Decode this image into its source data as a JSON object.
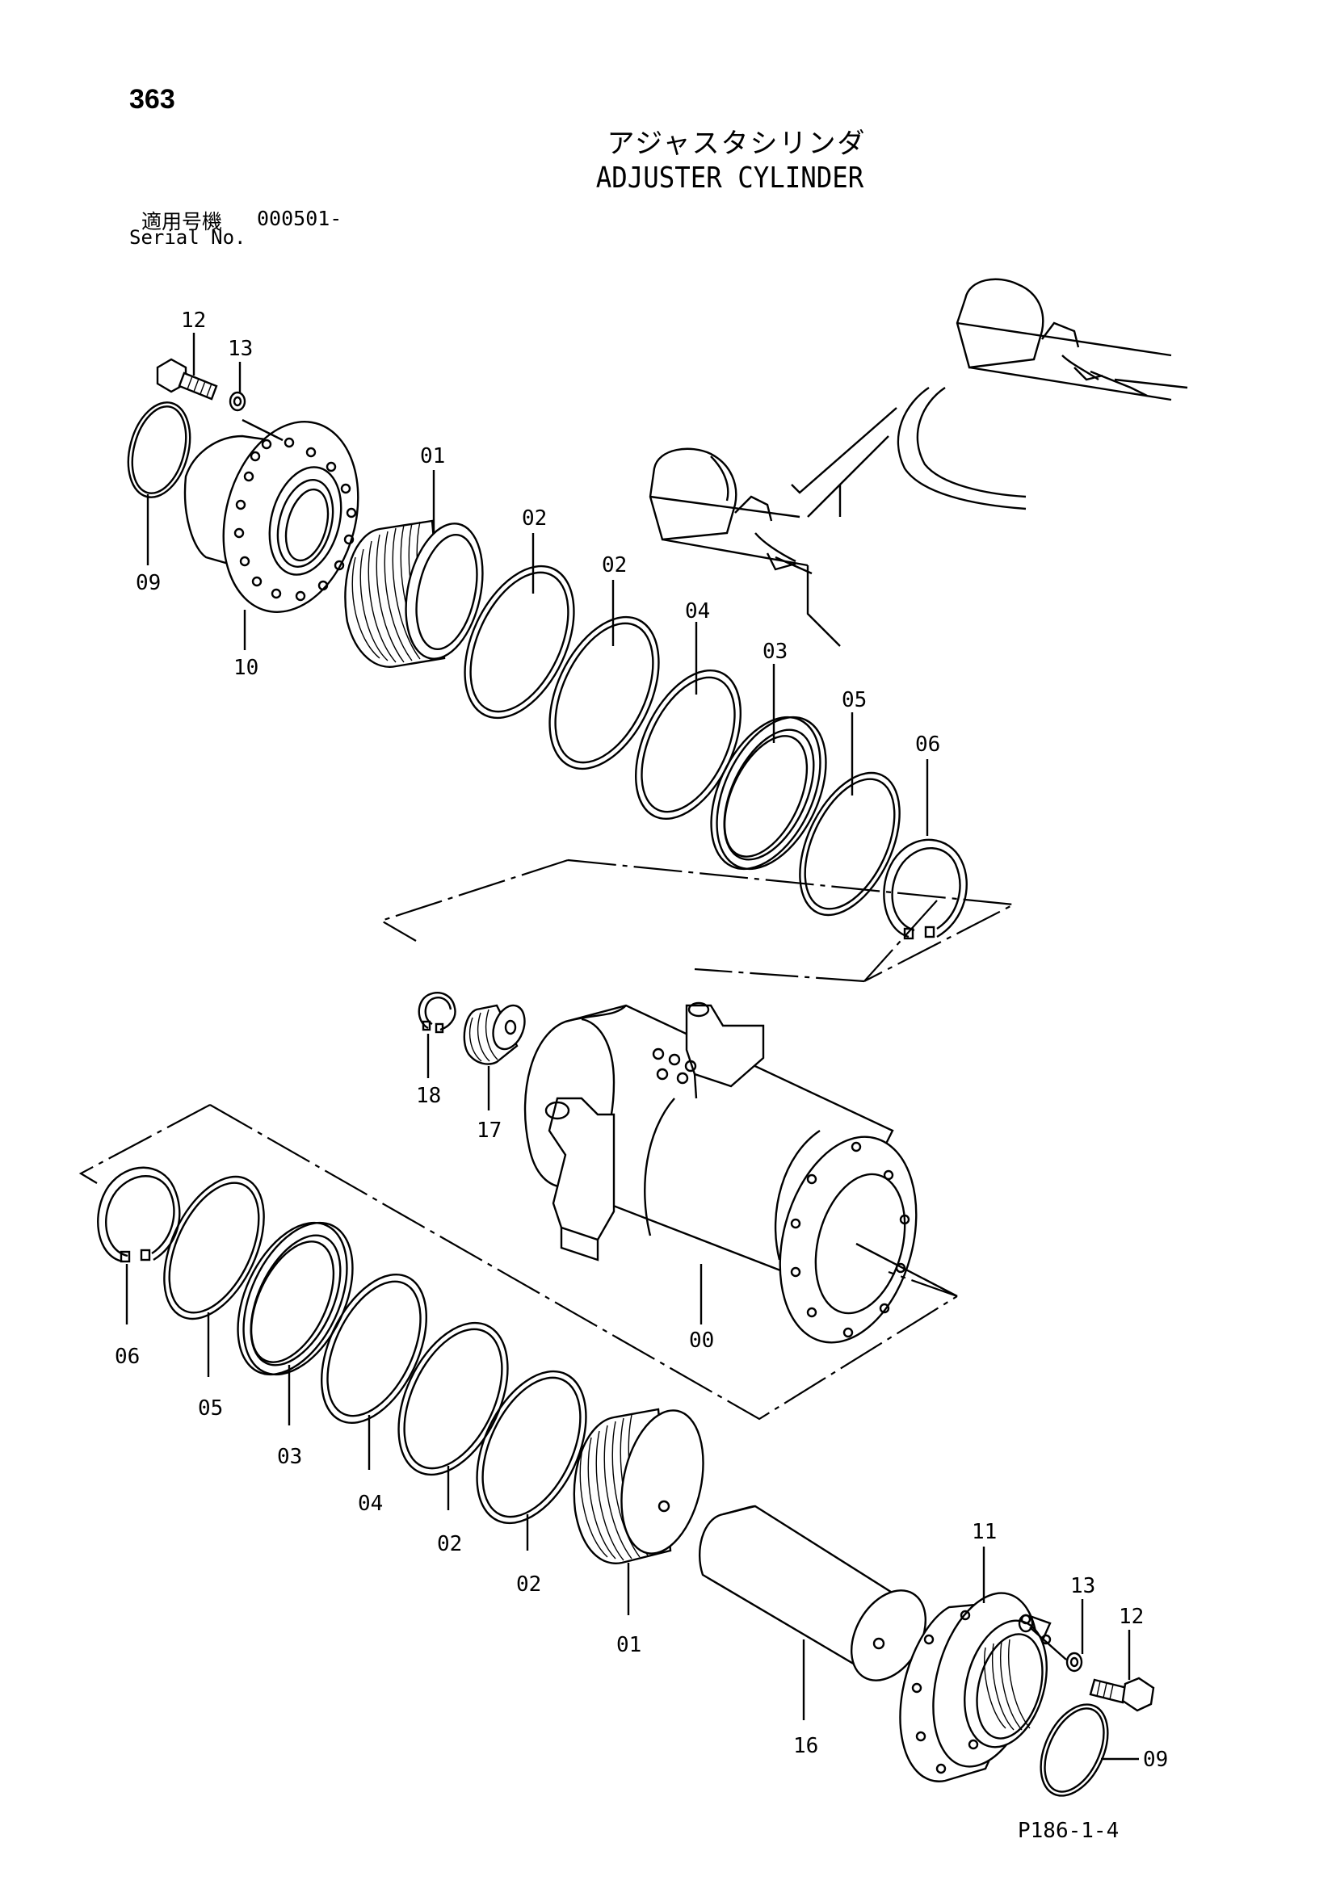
{
  "page": {
    "number": "363",
    "title_jp": "アジャスタシリンダ",
    "title_en": "ADJUSTER CYLINDER",
    "serial_label_jp": "適用号機",
    "serial_range": "000501-",
    "serial_label_en": "Serial No.",
    "doc_code": "P186-1-4"
  },
  "callouts": {
    "upper": {
      "c12": "12",
      "c13": "13",
      "c09": "09",
      "c10": "10",
      "c01": "01",
      "c02a": "02",
      "c02b": "02",
      "c04": "04",
      "c03": "03",
      "c05": "05",
      "c06": "06"
    },
    "middle": {
      "c18": "18",
      "c17": "17",
      "c00": "00"
    },
    "lower": {
      "c06": "06",
      "c05": "05",
      "c03": "03",
      "c04": "04",
      "c02a": "02",
      "c02b": "02",
      "c01": "01",
      "c16": "16",
      "c11": "11",
      "c13": "13",
      "c12": "12",
      "c09": "09"
    }
  }
}
